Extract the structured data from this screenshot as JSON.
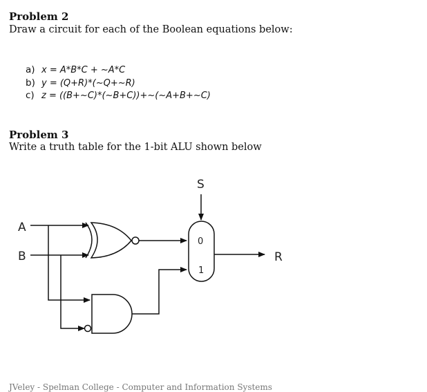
{
  "problem2": {
    "title": "Problem 2",
    "prompt": "Draw a circuit for each of the Boolean equations below:",
    "equations": [
      {
        "label": "a)",
        "expr": "x = A*B*C + ~A*C"
      },
      {
        "label": "b)",
        "expr": "y = (Q+R)*(~Q+~R)"
      },
      {
        "label": "c)",
        "expr": "z = ((B+~C)*(~B+C))+~(~A+B+~C)"
      }
    ]
  },
  "problem3": {
    "title": "Problem 3",
    "prompt": "Write a truth table for the 1-bit ALU shown below"
  },
  "circuit": {
    "input_a": "A",
    "input_b": "B",
    "select": "S",
    "output": "R",
    "mux_in0": "0",
    "mux_in1": "1"
  },
  "footer": "JVeley - Spelman College - Computer and Information Systems"
}
